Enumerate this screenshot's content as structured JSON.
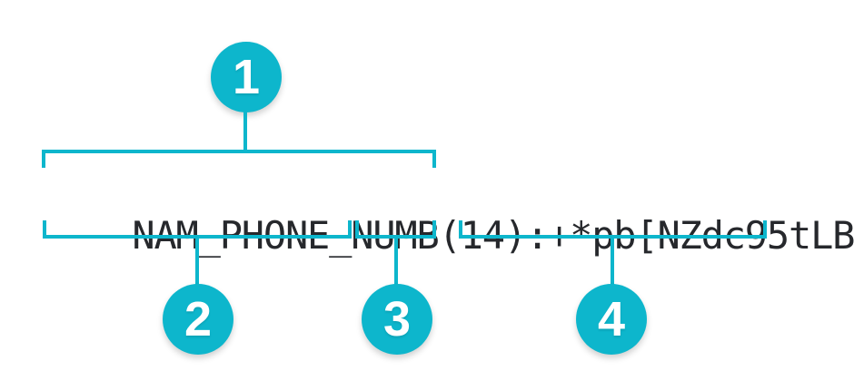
{
  "colors": {
    "accent": "#0db6cc",
    "text": "#26282c",
    "badge_text": "#ffffff"
  },
  "record_string": {
    "full": "NAM_PHONE_NUMB(14):+*pb[NZdc95tLB",
    "field_name": "NAM_PHONE_NUMB",
    "length": "(14)",
    "separator": ":",
    "value": "+*pb[NZdc95tLB"
  },
  "callouts": {
    "header": {
      "label": "1",
      "target": "NAM_PHONE_NUMB(14)"
    },
    "field_name": {
      "label": "2",
      "target": "NAM_PHONE_NUMB"
    },
    "length": {
      "label": "3",
      "target": "(14)"
    },
    "value": {
      "label": "4",
      "target": "+*pb[NZdc95tLB"
    }
  }
}
